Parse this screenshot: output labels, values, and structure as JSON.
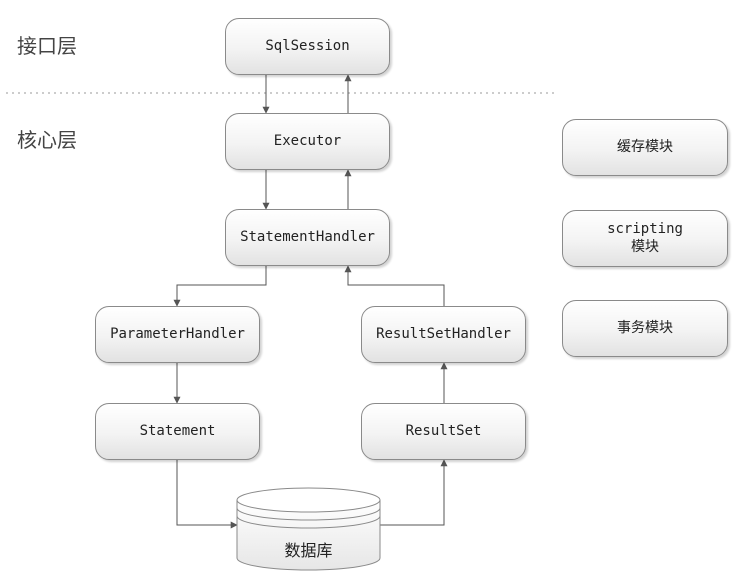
{
  "layers": {
    "interface": "接口层",
    "core": "核心层"
  },
  "nodes": {
    "sql_session": "SqlSession",
    "executor": "Executor",
    "statement_handler": "StatementHandler",
    "parameter_handler": "ParameterHandler",
    "result_set_handler": "ResultSetHandler",
    "statement": "Statement",
    "result_set": "ResultSet",
    "database": "数据库"
  },
  "modules": {
    "cache": "缓存模块",
    "scripting_line1": "scripting",
    "scripting_line2": "模块",
    "transaction": "事务模块"
  },
  "colors": {
    "line": "#555555",
    "node_border": "#8a8a8a",
    "divider": "#999999"
  }
}
